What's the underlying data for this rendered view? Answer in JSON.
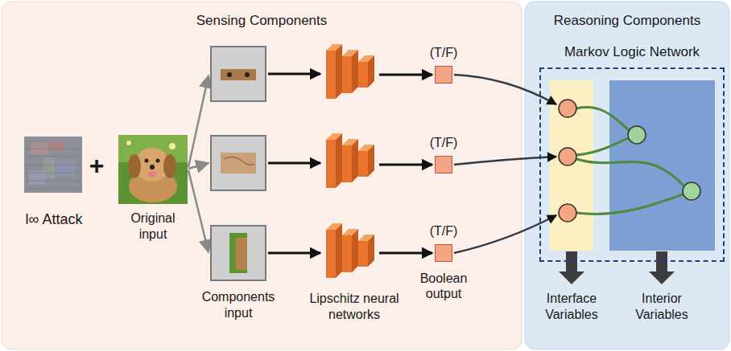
{
  "diagram": {
    "nodes": [
      {
        "text": [
          "Sensing Components"
        ]
      },
      {
        "text": [
          "Reasoning Components"
        ]
      },
      {
        "text": [
          "Markov Logic Network"
        ],
        "in": 1
      },
      {
        "text": [
          "(T/F)"
        ],
        "in": 0
      },
      {
        "text": [
          "(T/F)"
        ],
        "in": 0
      },
      {
        "text": [
          "(T/F)",
          "Boolean output"
        ],
        "in": 0
      }
    ],
    "labels": [
      "+",
      "l∞ Attack",
      "Original input",
      "Components input",
      "Lipschitz neural networks",
      "Interface Variables",
      "Interior Variables"
    ]
  }
}
